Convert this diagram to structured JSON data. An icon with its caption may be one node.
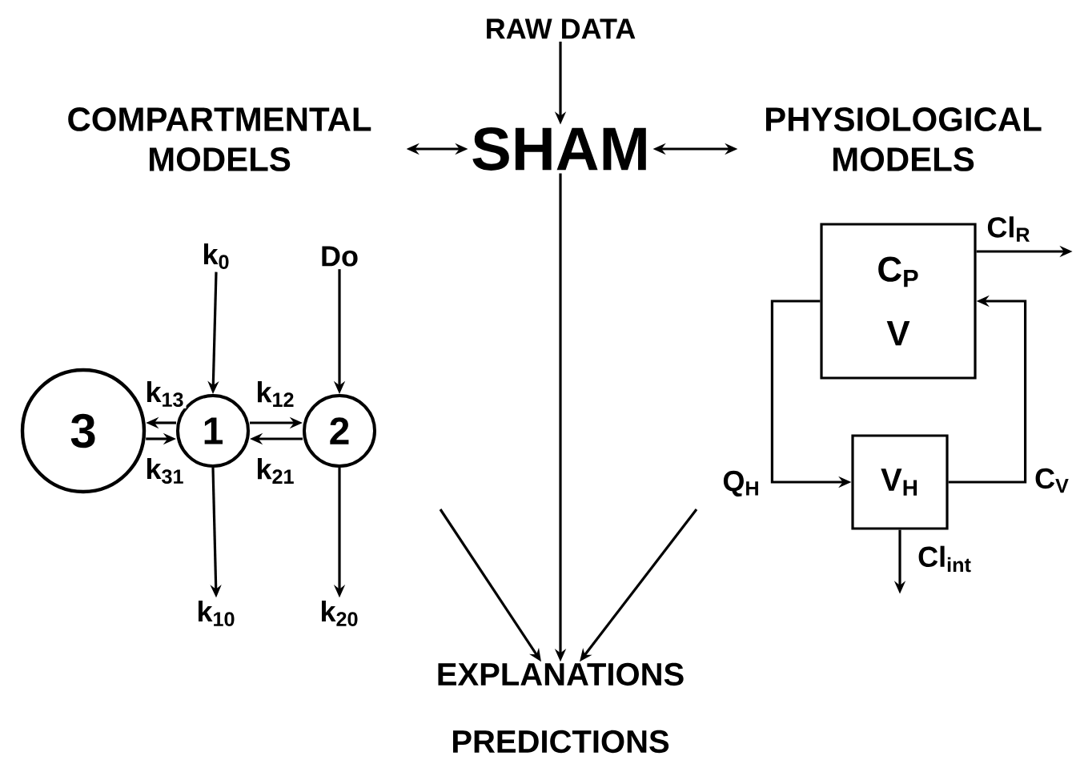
{
  "diagram": {
    "nodes": [
      {
        "text": [
          "RAW DATA"
        ]
      },
      {
        "text": [
          "SHAM"
        ]
      },
      {
        "text": [
          "COMPARTMENTAL MODELS"
        ]
      },
      {
        "text": [
          "PHYSIOLOGICAL MODELS"
        ]
      },
      {
        "text": [
          "EXPLANATIONS",
          "PREDICTIONS"
        ]
      },
      {
        "text": [
          "k$_{0}$"
        ]
      },
      {
        "text": [
          "Do"
        ]
      },
      {
        "text": [
          "3"
        ]
      },
      {
        "text": [
          "1"
        ]
      },
      {
        "text": [
          "2"
        ]
      },
      {
        "text": [
          "k$_{10}$"
        ]
      },
      {
        "text": [
          "k$_{20}$"
        ]
      },
      {
        "text": [
          "C$_{P}$",
          "V"
        ]
      },
      {
        "text": [
          "V$_{H}$"
        ]
      }
    ],
    "edges": [
      {
        "from": 0,
        "to": 1,
        "arrow": "to"
      },
      {
        "from": 2,
        "to": 1,
        "arrow": "both"
      },
      {
        "from": 1,
        "to": 3,
        "arrow": "both"
      },
      {
        "from": 1,
        "to": 4,
        "arrow": "to"
      },
      {
        "from": null,
        "to": 4,
        "arrow": "to"
      },
      {
        "from": null,
        "to": 4,
        "arrow": "to"
      },
      {
        "from": 5,
        "to": 8,
        "arrow": "to"
      },
      {
        "from": 6,
        "to": 9,
        "arrow": "to"
      },
      {
        "from": 8,
        "to": 7,
        "arrow": "to",
        "label": "k$_{13}$"
      },
      {
        "from": 7,
        "to": 8,
        "arrow": "to",
        "label": "k$_{31}$"
      },
      {
        "from": 8,
        "to": 9,
        "arrow": "to",
        "label": "k$_{12}$"
      },
      {
        "from": 9,
        "to": 8,
        "arrow": "to",
        "label": "k$_{21}$"
      },
      {
        "from": 8,
        "to": 10,
        "arrow": "to"
      },
      {
        "from": 9,
        "to": 11,
        "arrow": "to"
      },
      {
        "from": 12,
        "to": null,
        "arrow": "to",
        "label": "Cl$_{R}$"
      },
      {
        "from": 12,
        "to": 13,
        "arrow": "to",
        "label": "Q$_{H}$"
      },
      {
        "from": 13,
        "to": 12,
        "arrow": "to",
        "label": "C$_{V}$"
      },
      {
        "from": 13,
        "to": null,
        "arrow": "to",
        "label": "Cl$_{int}$"
      }
    ]
  }
}
